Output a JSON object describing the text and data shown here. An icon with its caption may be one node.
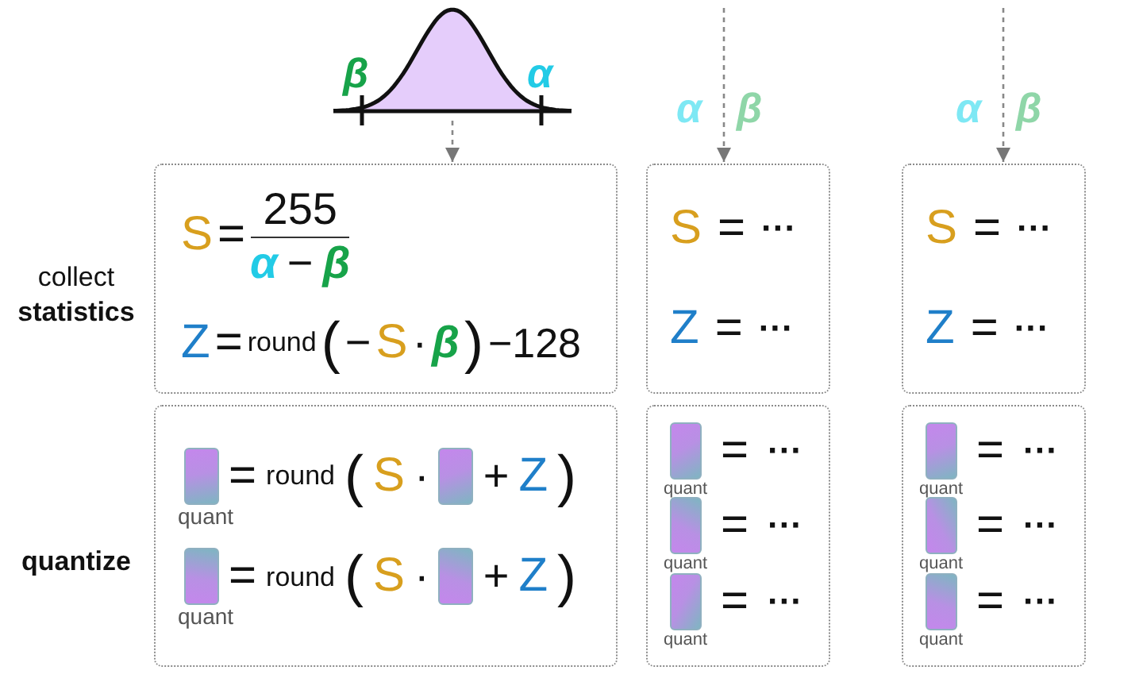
{
  "diagram": {
    "nodes": [
      {
        "text": [],
        "shape": "picture"
      },
      {
        "text": [
          "S",
          "=",
          "255",
          "α",
          "−",
          "β",
          "Z",
          "=",
          "round",
          "(",
          "−",
          "S",
          "·",
          "β",
          ")",
          "−128"
        ]
      },
      {
        "text": [
          "S",
          "=",
          "···",
          "Z",
          "=",
          "···"
        ]
      },
      {
        "text": [
          "S",
          "=",
          "···",
          "Z",
          "=",
          "···"
        ]
      },
      {
        "text": [
          "quant",
          "=",
          "round",
          "(",
          "S",
          "·",
          "+",
          "Z",
          ")",
          "quant",
          "=",
          "round",
          "(",
          "S",
          "·",
          "+",
          "Z",
          ")"
        ]
      },
      {
        "text": [
          "quant",
          "=",
          "···",
          "quant",
          "=",
          "···",
          "quant",
          "=",
          "···"
        ]
      },
      {
        "text": [
          "quant",
          "=",
          "···",
          "quant",
          "=",
          "···",
          "quant",
          "=",
          "···"
        ]
      }
    ],
    "edges": [
      {
        "from": 0,
        "to": 1,
        "arrow": "to",
        "style": "dashed"
      },
      {
        "from": null,
        "to": 2,
        "arrow": "to",
        "style": "dashed"
      },
      {
        "from": null,
        "to": 3,
        "arrow": "to",
        "style": "dashed"
      }
    ],
    "labels": [
      "β",
      "α",
      "α",
      "β",
      "α",
      "β",
      "collect **statistics**",
      "quantize"
    ]
  }
}
